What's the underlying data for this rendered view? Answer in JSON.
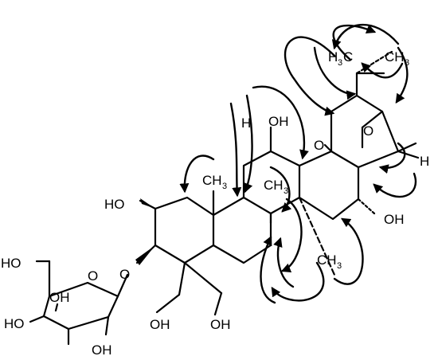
{
  "labels": {
    "ho_c2": "HO",
    "ho_sugar_c6": "HO",
    "oh_sugar_c4": "OH",
    "ho_sugar_c3": "HO",
    "oh_sugar_c2": "OH",
    "o_ring": "O",
    "o_glycoside": "O",
    "oh_c23": "OH",
    "oh_c24": "OH",
    "h_c12": "H",
    "oh_c12": "OH",
    "ch3_c25": "CH",
    "ch3_c25_sub": "3",
    "ch3_c26": "CH",
    "ch3_c26_sub": "3",
    "ch3_c27": "CH",
    "ch3_c27_sub": "3",
    "o_lactone_ring": "O",
    "o_carbonyl": "O",
    "oh_c16": "OH",
    "h3c_c29": "H",
    "h3c_c29_sub": "3",
    "h3c_c29_c": "C",
    "ch3_c30": "CH",
    "ch3_c30_sub": "3",
    "h_c21": "H"
  }
}
